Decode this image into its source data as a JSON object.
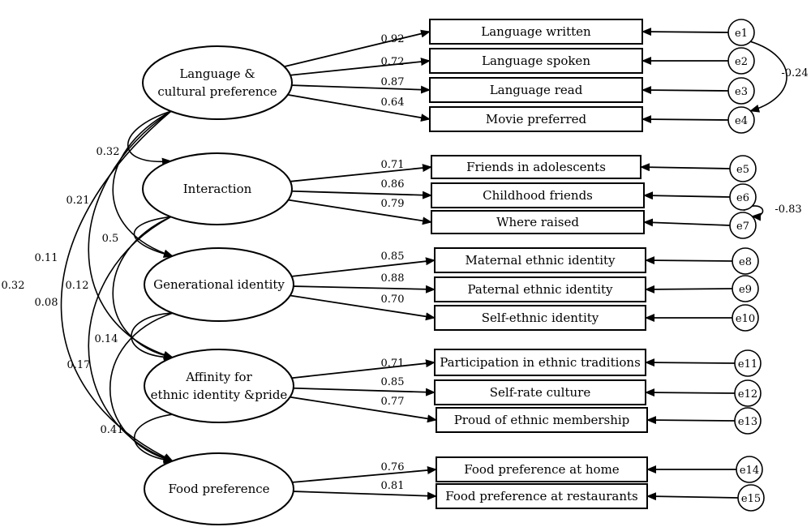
{
  "factors": [
    {
      "id": "F1",
      "lines": [
        "Language &",
        "cultural preference"
      ]
    },
    {
      "id": "F2",
      "lines": [
        "Interaction"
      ]
    },
    {
      "id": "F3",
      "lines": [
        "Generational identity"
      ]
    },
    {
      "id": "F4",
      "lines": [
        "Affinity for",
        "ethnic identity &pride"
      ]
    },
    {
      "id": "F5",
      "lines": [
        "Food preference"
      ]
    }
  ],
  "indicators": [
    {
      "factor": "F1",
      "label": "Language written",
      "loading": "0.92",
      "error": "e1"
    },
    {
      "factor": "F1",
      "label": "Language spoken",
      "loading": "0.72",
      "error": "e2"
    },
    {
      "factor": "F1",
      "label": "Language read",
      "loading": "0.87",
      "error": "e3"
    },
    {
      "factor": "F1",
      "label": "Movie preferred",
      "loading": "0.64",
      "error": "e4"
    },
    {
      "factor": "F2",
      "label": "Friends in adolescents",
      "loading": "0.71",
      "error": "e5"
    },
    {
      "factor": "F2",
      "label": "Childhood friends",
      "loading": "0.86",
      "error": "e6"
    },
    {
      "factor": "F2",
      "label": "Where raised",
      "loading": "0.79",
      "error": "e7"
    },
    {
      "factor": "F3",
      "label": "Maternal ethnic identity",
      "loading": "0.85",
      "error": "e8"
    },
    {
      "factor": "F3",
      "label": "Paternal ethnic identity",
      "loading": "0.88",
      "error": "e9"
    },
    {
      "factor": "F3",
      "label": "Self-ethnic identity",
      "loading": "0.70",
      "error": "e10"
    },
    {
      "factor": "F4",
      "label": "Participation in ethnic traditions",
      "loading": "0.71",
      "error": "e11"
    },
    {
      "factor": "F4",
      "label": "Self-rate culture",
      "loading": "0.85",
      "error": "e12"
    },
    {
      "factor": "F4",
      "label": "Proud of ethnic membership",
      "loading": "0.77",
      "error": "e13"
    },
    {
      "factor": "F5",
      "label": "Food preference at home",
      "loading": "0.76",
      "error": "e14"
    },
    {
      "factor": "F5",
      "label": "Food preference at restaurants",
      "loading": "0.81",
      "error": "e15"
    }
  ],
  "factor_correlations": [
    {
      "from": "F1",
      "to": "F2",
      "value": "0.32"
    },
    {
      "from": "F1",
      "to": "F3",
      "value": "0.21"
    },
    {
      "from": "F1",
      "to": "F4",
      "value": "0.11"
    },
    {
      "from": "F1",
      "to": "F5",
      "value": "0.32"
    },
    {
      "from": "F2",
      "to": "F3",
      "value": "0.5"
    },
    {
      "from": "F2",
      "to": "F4",
      "value": "0.12"
    },
    {
      "from": "F2",
      "to": "F5",
      "value": "0.08"
    },
    {
      "from": "F3",
      "to": "F4",
      "value": "0.14"
    },
    {
      "from": "F3",
      "to": "F5",
      "value": "0.17"
    },
    {
      "from": "F4",
      "to": "F5",
      "value": "0.41"
    }
  ],
  "error_correlations": [
    {
      "from": "e1",
      "to": "e4",
      "value": "-0.24"
    },
    {
      "from": "e6",
      "to": "e7",
      "value": "-0.83"
    }
  ]
}
